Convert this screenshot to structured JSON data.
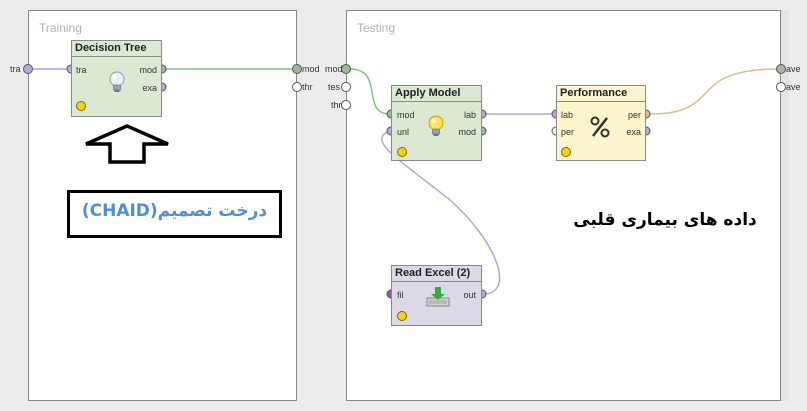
{
  "training": {
    "title": "Training",
    "left_port": "tra",
    "right_ports": [
      "mod",
      "thr"
    ]
  },
  "testing": {
    "title": "Testing",
    "left_ports": [
      "mod",
      "tes",
      "thr"
    ],
    "right_ports": [
      "ave",
      "ave"
    ]
  },
  "operators": {
    "decision_tree": {
      "title": "Decision Tree",
      "in": [
        "tra"
      ],
      "out": [
        "mod",
        "exa"
      ]
    },
    "apply_model": {
      "title": "Apply Model",
      "in": [
        "mod",
        "unl"
      ],
      "out": [
        "lab",
        "mod"
      ]
    },
    "performance": {
      "title": "Performance",
      "in": [
        "lab",
        "per"
      ],
      "out": [
        "per",
        "exa"
      ]
    },
    "read_excel": {
      "title": "Read Excel (2)",
      "in": [
        "fil"
      ],
      "out": [
        "out"
      ]
    }
  },
  "annotations": {
    "chaid_note": "درخت تصمیم(CHAID)",
    "dataset_label": "داده های بیماری قلبی"
  },
  "colors": {
    "learner_bg": "#dbe8d2",
    "evaluation_bg": "#fbf4cc",
    "io_bg": "#dcd8e6",
    "port_purple": "#b9a8e0",
    "port_gray": "#b0b0b0",
    "wire_green": "#88c088",
    "wire_purple": "#b3a4de",
    "wire_tan": "#d8c08a",
    "status_yellow": "#f2d314",
    "note_text": "#4f8fd6"
  }
}
